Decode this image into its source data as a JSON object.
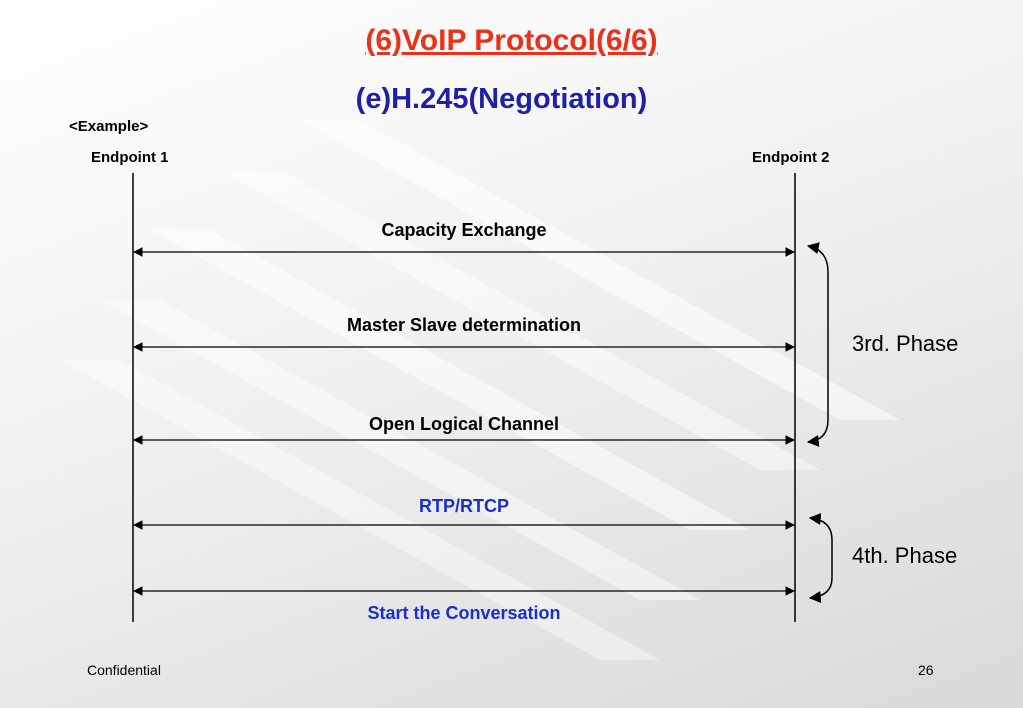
{
  "slide": {
    "title": "(6)VoIP Protocol(6/6)",
    "subtitle": "(e)H.245(Negotiation)",
    "example_label": "<Example>",
    "title_color": "#e8321a",
    "subtitle_color": "#1f1fa8"
  },
  "endpoints": {
    "left": "Endpoint 1",
    "right": "Endpoint 2"
  },
  "messages": [
    {
      "label": "Capacity Exchange",
      "color": "#000000"
    },
    {
      "label": "Master Slave determination",
      "color": "#000000"
    },
    {
      "label": "Open Logical Channel",
      "color": "#000000"
    },
    {
      "label": "RTP/RTCP",
      "color": "#1a2ed0"
    },
    {
      "label": "Start the Conversation",
      "color": "#1a2ed0"
    }
  ],
  "phases": [
    {
      "label": "3rd. Phase"
    },
    {
      "label": "4th. Phase"
    }
  ],
  "footer": {
    "left": "Confidential",
    "page_number": "26"
  }
}
